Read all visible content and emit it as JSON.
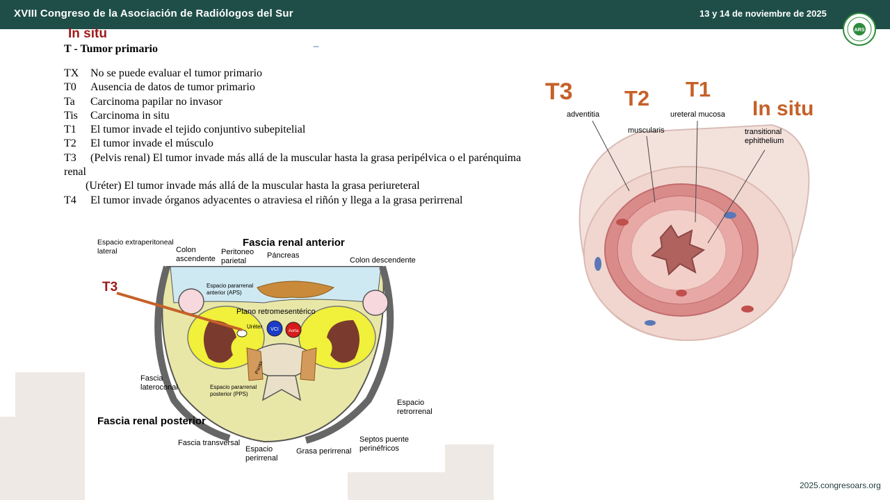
{
  "header": {
    "title": "XVIII Congreso de la Asociación de Radiólogos del Sur",
    "date": "13 y 14 de noviembre de 2025",
    "logo_text": "ARS"
  },
  "slide": {
    "insitu_label": "In situ",
    "dash": "_",
    "heading": "T - Tumor primario",
    "tlist": [
      {
        "code": "TX",
        "text": "No se puede evaluar el tumor primario"
      },
      {
        "code": "T0",
        "text": "Ausencia de datos de tumor primario"
      },
      {
        "code": "Ta",
        "text": "Carcinoma papilar no invasor"
      },
      {
        "code": "Tis",
        "text": "Carcinoma in situ"
      },
      {
        "code": "T1",
        "text": "El tumor invade el tejido conjuntivo subepitelial"
      },
      {
        "code": "T2",
        "text": "El tumor invade el músculo"
      },
      {
        "code": "T3",
        "text": "(Pelvis renal) El tumor invade más allá de la muscular hasta la grasa peripélvica o el parénquima renal"
      },
      {
        "code": "",
        "text": "(Uréter) El tumor invade más allá de la muscular hasta la grasa periureteral"
      },
      {
        "code": "T4",
        "text": "El tumor invade órganos adyacentes o atraviesa el riñón y llega a la grasa perirrenal"
      }
    ]
  },
  "left_diagram": {
    "t3_marker": "T3",
    "labels": {
      "espacio_extraperitoneal": "Espacio extraperitoneal lateral",
      "colon_ascendente": "Colon ascendente",
      "peritoneo_parietal": "Peritoneo parietal",
      "fascia_renal_anterior": "Fascia renal anterior",
      "pancreas": "Páncreas",
      "colon_descendente": "Colon descendente",
      "espacio_pararrenal_anterior": "Espacio pararrenal anterior (APS)",
      "plano_retromesenterico": "Plano retromesentérico",
      "ureter": "Uréter",
      "vci": "VCI",
      "aorta": "Aorta",
      "psoas": "Psoas",
      "fascia_lateroconal": "Fascia lateroconal",
      "espacio_pararrenal_posterior": "Espacio pararrenal posterior (PPS)",
      "espacio_retrorrenal": "Espacio retrorrenal",
      "fascia_renal_posterior": "Fascia renal posterior",
      "fascia_transversal": "Fascia transversal",
      "espacio_perirrenal": "Espacio perirrenal",
      "grasa_perirrenal": "Grasa perirrenal",
      "septos_puente": "Septos puente perinéfricos"
    }
  },
  "right_diagram": {
    "stages": {
      "t3": "T3",
      "t2": "T2",
      "t1": "T1",
      "insitu": "In situ"
    },
    "labels": {
      "adventitia": "adventitia",
      "muscularis": "muscularis",
      "ureteral_mucosa": "ureteral mucosa",
      "transitional": "transitional ephithelium"
    }
  },
  "footer": {
    "url": "2025.congresoars.org"
  },
  "colors": {
    "header_bg": "#1f4e48",
    "accent_red": "#9b1a1a",
    "stage_orange": "#c5612a"
  }
}
